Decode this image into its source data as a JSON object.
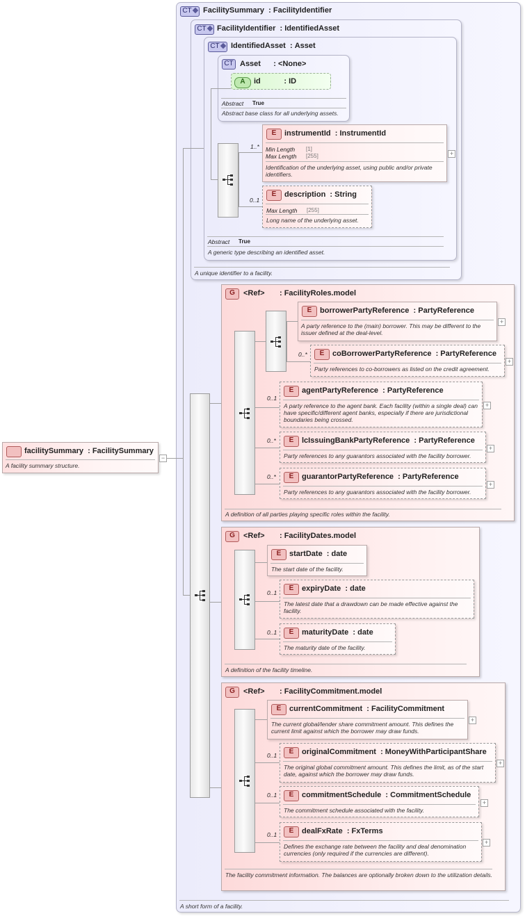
{
  "root": {
    "name": "facilitySummary",
    "type": "FacilitySummary",
    "doc": "A facility summary structure."
  },
  "ct_summary": {
    "badge": "CT",
    "name": "FacilitySummary",
    "base": "FacilityIdentifier",
    "doc": "A short form of a facility."
  },
  "ct_identifier": {
    "badge": "CT",
    "name": "FacilityIdentifier",
    "base": "IdentifiedAsset",
    "doc": "A unique identifier to a facility."
  },
  "ct_identified_asset": {
    "badge": "CT",
    "name": "IdentifiedAsset",
    "base": "Asset",
    "abstract_label": "Abstract",
    "abstract_value": "True",
    "doc": "A generic type describing an identified asset."
  },
  "ct_asset": {
    "badge": "CT",
    "name": "Asset",
    "base": "<None>",
    "abstract_label": "Abstract",
    "abstract_value": "True",
    "doc": "Abstract base class for all underlying assets."
  },
  "attr_id": {
    "badge": "A",
    "name": "id",
    "type": "ID"
  },
  "el_instrumentId": {
    "badge": "E",
    "name": "instrumentId",
    "type": "InstrumentId",
    "card": "1..*",
    "p1": "Min Length",
    "v1": "[1]",
    "p2": "Max Length",
    "v2": "[255]",
    "doc": "Identification of the underlying asset, using public and/or private identifiers."
  },
  "el_description": {
    "badge": "E",
    "name": "description",
    "type": "String",
    "card": "0..1",
    "p1": "Max Length",
    "v1": "[255]",
    "doc": "Long name of the underlying asset."
  },
  "g_roles": {
    "badge": "G",
    "ref": "<Ref>",
    "name": "FacilityRoles.model",
    "doc": "A definition of all parties playing specific roles within the facility."
  },
  "el_borrower": {
    "badge": "E",
    "name": "borrowerPartyReference",
    "type": "PartyReference",
    "doc": "A party reference to the (main) borrower. This may be different to the issuer defined at the deal-level."
  },
  "el_coBorrower": {
    "badge": "E",
    "name": "coBorrowerPartyReference",
    "type": "PartyReference",
    "card": "0..*",
    "doc": "Party references to co-borrowers as listed on the credit agreement."
  },
  "el_agent": {
    "badge": "E",
    "name": "agentPartyReference",
    "type": "PartyReference",
    "card": "0..1",
    "doc": "A party reference to the agent bank. Each facility (within a single deal) can have specific/different agent banks, especially if there are jurisdictional boundaries being crossed."
  },
  "el_lc": {
    "badge": "E",
    "name": "lcIssuingBankPartyReference",
    "type": "PartyReference",
    "card": "0..*",
    "doc": "Party references to any guarantors associated with the facility borrower."
  },
  "el_guarantor": {
    "badge": "E",
    "name": "guarantorPartyReference",
    "type": "PartyReference",
    "card": "0..*",
    "doc": "Party references to any guarantors associated with the facility borrower."
  },
  "g_dates": {
    "badge": "G",
    "ref": "<Ref>",
    "name": "FacilityDates.model",
    "doc": "A definition of the facility timeline."
  },
  "el_startDate": {
    "badge": "E",
    "name": "startDate",
    "type": "date",
    "doc": "The start date of the facility."
  },
  "el_expiryDate": {
    "badge": "E",
    "name": "expiryDate",
    "type": "date",
    "card": "0..1",
    "doc": "The latest date that a drawdown can be made effective against the facility."
  },
  "el_maturityDate": {
    "badge": "E",
    "name": "maturityDate",
    "type": "date",
    "card": "0..1",
    "doc": "The maturity date of the facility."
  },
  "g_commit": {
    "badge": "G",
    "ref": "<Ref>",
    "name": "FacilityCommitment.model",
    "doc": "The facility commitment information. The balances are optionally broken down to the utilization details."
  },
  "el_current": {
    "badge": "E",
    "name": "currentCommitment",
    "type": "FacilityCommitment",
    "doc": "The current global/lender share commitment amount. This defines the current limit against which the borrower may draw funds."
  },
  "el_original": {
    "badge": "E",
    "name": "originalCommitment",
    "type": "MoneyWithParticipantShare",
    "card": "0..1",
    "doc": "The original global commitment amount. This defines the limit, as of the start date, against which the borrower may draw funds."
  },
  "el_schedule": {
    "badge": "E",
    "name": "commitmentSchedule",
    "type": "CommitmentSchedule",
    "card": "0..1",
    "doc": "The commitment schedule associated with the facility."
  },
  "el_fx": {
    "badge": "E",
    "name": "dealFxRate",
    "type": "FxTerms",
    "card": "0..1",
    "doc": "Defines the exchange rate between the facility and deal denomination currencies (only required if the currencies are different)."
  },
  "colors": {
    "element": "#fde2e2",
    "complex_type": "#ececfb",
    "attribute": "#d9f6cf",
    "badge_element": "#f2c0c0",
    "badge_ct": "#c7c7ee"
  }
}
